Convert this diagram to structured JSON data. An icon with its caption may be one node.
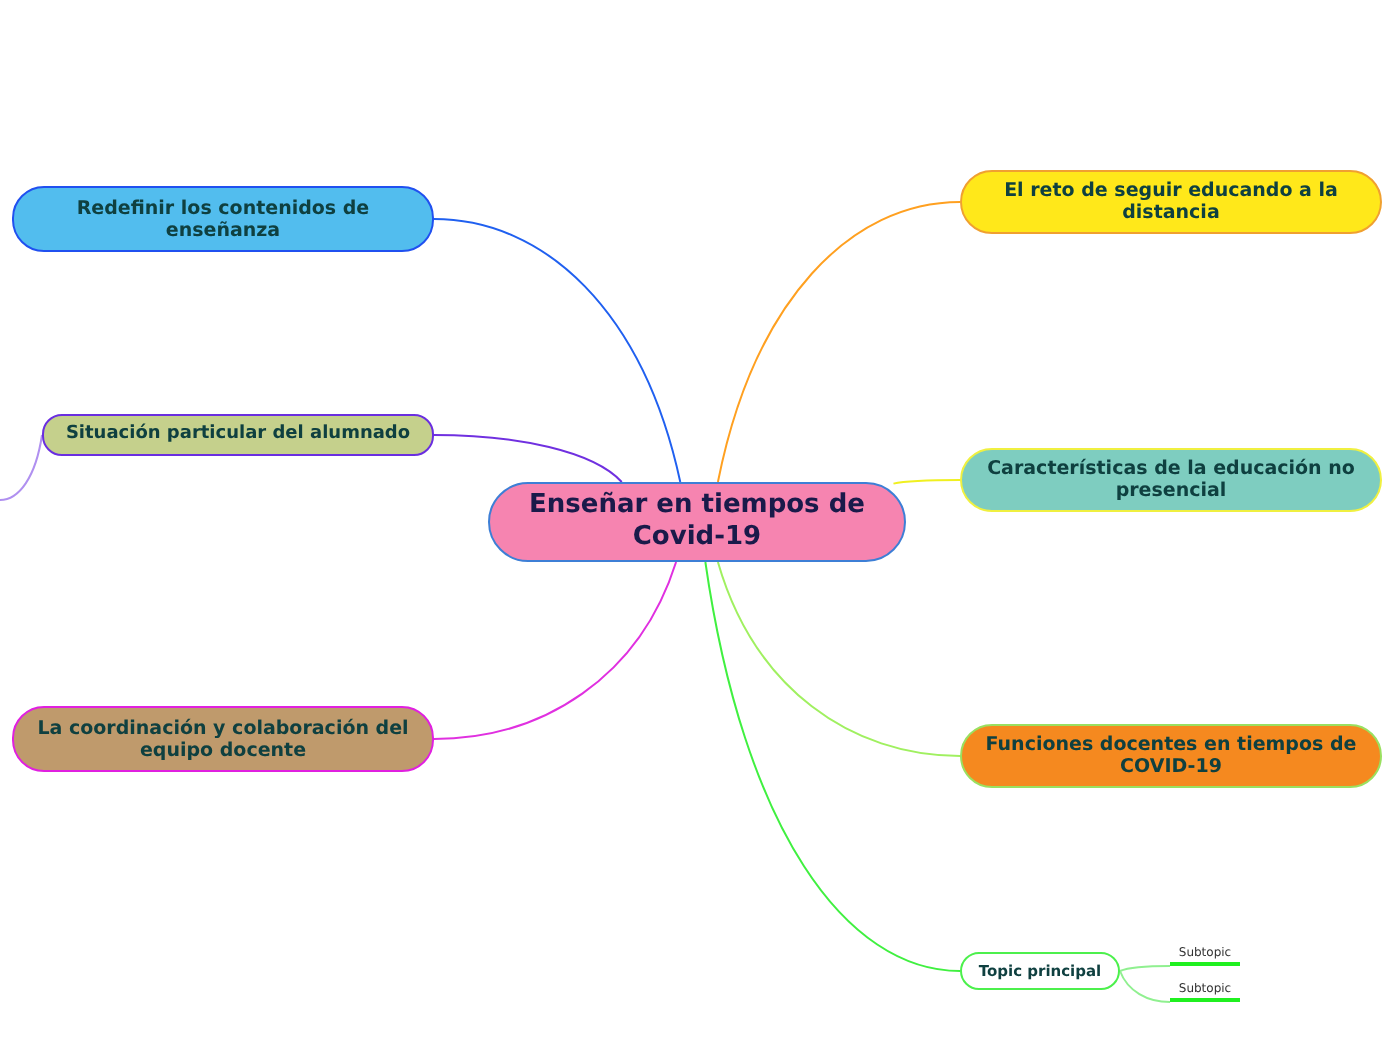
{
  "diagram": {
    "nodes": [
      {
        "text": [
          "Enseñar en tiempos de Covid-19"
        ]
      },
      {
        "text": [
          "El reto de seguir educando a la distancia"
        ]
      },
      {
        "text": [
          "Características de la educación no presencial"
        ]
      },
      {
        "text": [
          "Funciones docentes en tiempos de COVID-19"
        ]
      },
      {
        "text": [
          "Topic principal"
        ]
      },
      {
        "text": [
          "Subtopic"
        ]
      },
      {
        "text": [
          "Subtopic"
        ]
      },
      {
        "text": [
          "Redefinir los contenidos de enseñanza"
        ]
      },
      {
        "text": [
          "Situación particular del alumnado"
        ]
      },
      {
        "text": [
          "La coordinación y colaboración del equipo docente"
        ]
      }
    ],
    "edges": [
      {
        "from": 0,
        "to": 7,
        "arrow": "none",
        "color": "#2060f0"
      },
      {
        "from": 0,
        "to": 8,
        "arrow": "none",
        "color": "#7030e0"
      },
      {
        "from": 0,
        "to": 9,
        "arrow": "none",
        "color": "#e030e0"
      },
      {
        "from": 0,
        "to": 1,
        "arrow": "none",
        "color": "#ffa020"
      },
      {
        "from": 0,
        "to": 2,
        "arrow": "none",
        "color": "#f0f020"
      },
      {
        "from": 0,
        "to": 3,
        "arrow": "none",
        "color": "#a0f060"
      },
      {
        "from": 0,
        "to": 4,
        "arrow": "none",
        "color": "#40f040"
      },
      {
        "from": 4,
        "to": 5,
        "arrow": "none",
        "color": "#90f090"
      },
      {
        "from": 4,
        "to": 6,
        "arrow": "none",
        "color": "#90f090"
      },
      {
        "from": 8,
        "to": null,
        "arrow": "none",
        "color": "#b090f0"
      }
    ]
  }
}
